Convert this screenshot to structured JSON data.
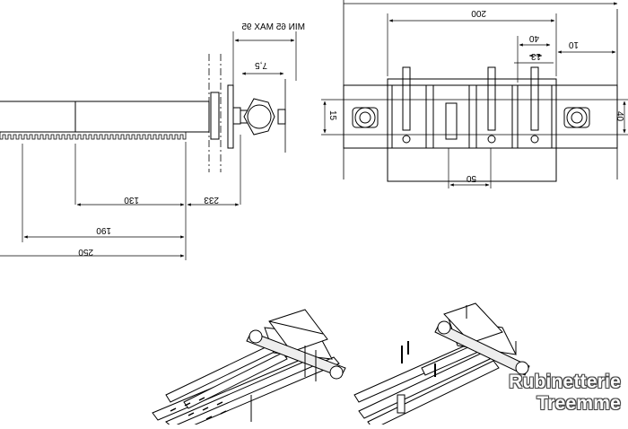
{
  "side_view": {
    "dim_wall_range": "MIN 65 MAX 95",
    "dim_7_5": "7,5",
    "dim_130": "130",
    "dim_233": "233",
    "dim_190": "190",
    "dim_250": "250"
  },
  "front_view": {
    "dim_200": "200",
    "dim_40": "40",
    "dim_13": "13",
    "dim_10": "10",
    "dim_15": "15",
    "dim_40_vertical": "40",
    "dim_50": "50"
  },
  "brand": {
    "line1": "Rubinetterie",
    "line2": "Treemme"
  }
}
